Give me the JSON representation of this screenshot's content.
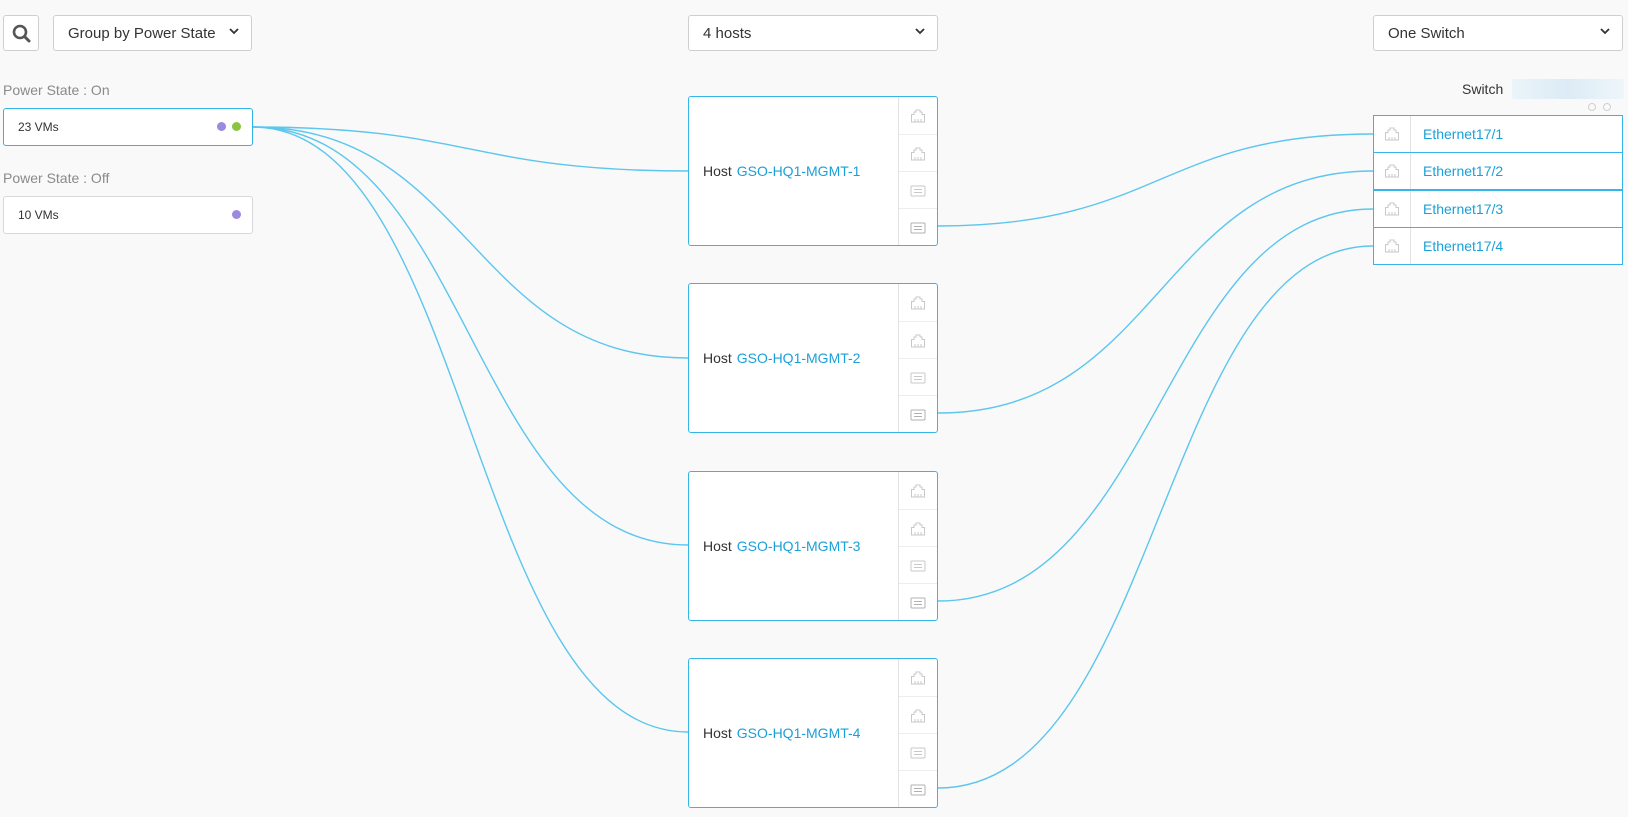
{
  "toolbar": {
    "search_icon": "magnifier",
    "group_by": "Group by Power State",
    "hosts_filter": "4 hosts",
    "switch_filter": "One Switch"
  },
  "groups": [
    {
      "label": "Power State : On",
      "vms": "23 VMs",
      "dots": [
        "#9b8ae0",
        "#8bc43f"
      ]
    },
    {
      "label": "Power State : Off",
      "vms": "10 VMs",
      "dots": [
        "#9b8ae0"
      ]
    }
  ],
  "hosts": [
    {
      "prefix": "Host",
      "name": "GSO-HQ1-MGMT-1"
    },
    {
      "prefix": "Host",
      "name": "GSO-HQ1-MGMT-2"
    },
    {
      "prefix": "Host",
      "name": "GSO-HQ1-MGMT-3"
    },
    {
      "prefix": "Host",
      "name": "GSO-HQ1-MGMT-4"
    }
  ],
  "switch": {
    "label": "Switch",
    "ports": [
      "Ethernet17/1",
      "Ethernet17/2",
      "Ethernet17/3",
      "Ethernet17/4"
    ]
  },
  "colors": {
    "accent": "#36b6e6",
    "link": "#1aa0d8",
    "vm_purple": "#9b8ae0",
    "vm_green": "#8bc43f"
  },
  "icons": {
    "nic_ethernet": "network-port-icon",
    "nic_adapter": "adapter-card-icon"
  }
}
